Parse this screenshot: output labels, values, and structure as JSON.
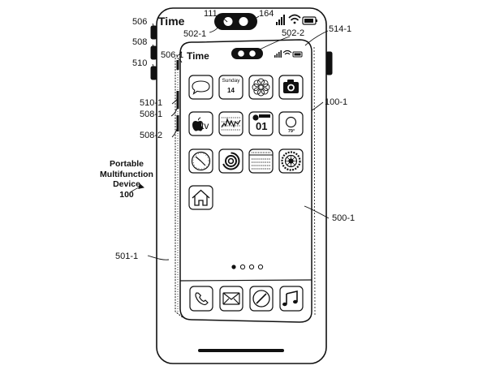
{
  "device": {
    "caption_lines": [
      "Portable",
      "Multifunction",
      "Device",
      "100"
    ],
    "outer_status_time": "Time",
    "inner_status_time": "Time"
  },
  "apps": {
    "calendar_day": "Sunday",
    "calendar_date": "14",
    "tv_label": "tv",
    "clock_date": "01",
    "weather_temp": "79°"
  },
  "reference_labels": {
    "l111": "111",
    "l164": "164",
    "l506": "506",
    "l508": "508",
    "l510": "510",
    "l502_1": "502-1",
    "l502_2": "502-2",
    "l514_1": "514-1",
    "l506_1": "506-1",
    "l510_1": "510-1",
    "l508_1": "508-1",
    "l508_2": "508-2",
    "l100_1": "100-1",
    "l500_1": "500-1",
    "l501_1": "501-1"
  },
  "page_indicator": {
    "dots": 4
  },
  "dock": {
    "icons": [
      "phone-icon",
      "mail-icon",
      "browser-icon",
      "music-icon"
    ]
  },
  "colors": {
    "line": "#111111",
    "background": "#ffffff"
  }
}
